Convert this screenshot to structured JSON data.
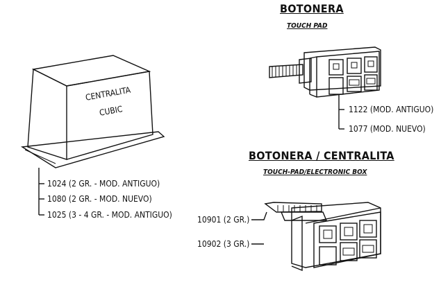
{
  "botonera": {
    "title": "BOTONERA",
    "subtitle": "TOUCH PAD",
    "codes": [
      "1122 (MOD. ANTIGUO)",
      "1077 (MOD. NUEVO)"
    ]
  },
  "centralita": {
    "label_line1": "CENTRALITA",
    "label_line2": "CUBIC",
    "codes": [
      "1024 (2 GR. - MOD. ANTIGUO)",
      "1080 (2 GR. - MOD. NUEVO)",
      "1025 (3 - 4 GR. - MOD. ANTIGUO)"
    ]
  },
  "botonera_centralita": {
    "title": "BOTONERA / CENTRALITA",
    "subtitle": "TOUCH-PAD/ELECTRONIC BOX",
    "codes": [
      "10901 (2 GR.)",
      "10902 (3 GR.)"
    ]
  }
}
